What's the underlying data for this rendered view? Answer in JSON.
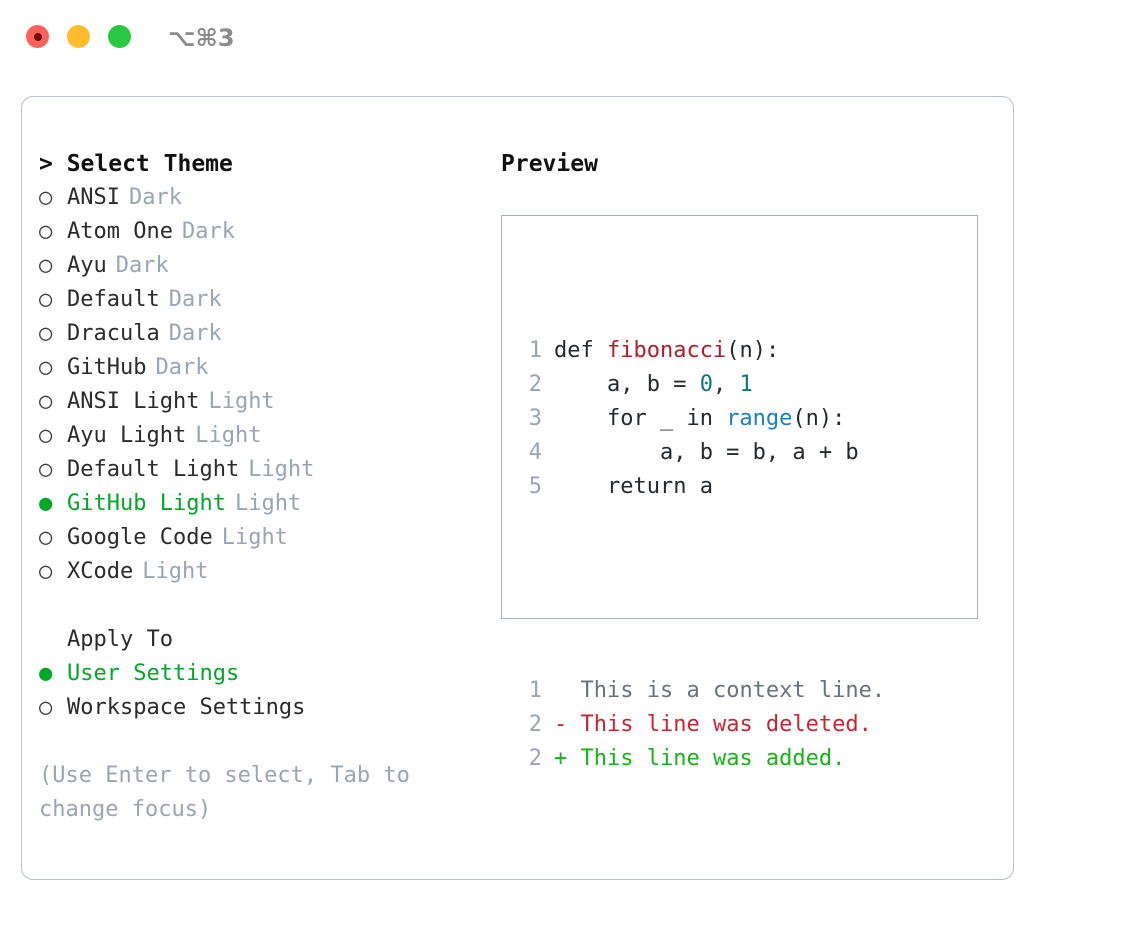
{
  "window": {
    "shortcut": "⌥⌘3",
    "traffic_lights": [
      {
        "name": "close",
        "color": "#ff6159"
      },
      {
        "name": "minimize",
        "color": "#ffbd2e"
      },
      {
        "name": "maximize",
        "color": "#28c840"
      }
    ]
  },
  "theme_list": {
    "header": "> Select Theme",
    "items": [
      {
        "label": "ANSI",
        "badge": "Dark",
        "selected": false,
        "marker": "○"
      },
      {
        "label": "Atom One",
        "badge": "Dark",
        "selected": false,
        "marker": "○"
      },
      {
        "label": "Ayu",
        "badge": "Dark",
        "selected": false,
        "marker": "○"
      },
      {
        "label": "Default",
        "badge": "Dark",
        "selected": false,
        "marker": "○"
      },
      {
        "label": "Dracula",
        "badge": "Dark",
        "selected": false,
        "marker": "○"
      },
      {
        "label": "GitHub",
        "badge": "Dark",
        "selected": false,
        "marker": "○"
      },
      {
        "label": "ANSI Light",
        "badge": "Light",
        "selected": false,
        "marker": "○"
      },
      {
        "label": "Ayu Light",
        "badge": "Light",
        "selected": false,
        "marker": "○"
      },
      {
        "label": "Default Light",
        "badge": "Light",
        "selected": false,
        "marker": "○"
      },
      {
        "label": "GitHub Light",
        "badge": "Light",
        "selected": true,
        "marker": "●"
      },
      {
        "label": "Google Code",
        "badge": "Light",
        "selected": false,
        "marker": "○"
      },
      {
        "label": "XCode",
        "badge": "Light",
        "selected": false,
        "marker": "○"
      }
    ]
  },
  "apply_to": {
    "header": "Apply To",
    "items": [
      {
        "label": "User Settings",
        "selected": true,
        "marker": "●"
      },
      {
        "label": "Workspace Settings",
        "selected": false,
        "marker": "○"
      }
    ]
  },
  "hint": "(Use Enter to select, Tab to change focus)",
  "preview": {
    "title": "Preview",
    "code_lines": [
      {
        "num": "1",
        "tokens": [
          {
            "t": "def ",
            "c": "plain"
          },
          {
            "t": "fibonacci",
            "c": "fn"
          },
          {
            "t": "(n):",
            "c": "plain"
          }
        ]
      },
      {
        "num": "2",
        "tokens": [
          {
            "t": "    a, b = ",
            "c": "plain"
          },
          {
            "t": "0",
            "c": "num"
          },
          {
            "t": ", ",
            "c": "plain"
          },
          {
            "t": "1",
            "c": "num"
          }
        ]
      },
      {
        "num": "3",
        "tokens": [
          {
            "t": "    for _ in ",
            "c": "plain"
          },
          {
            "t": "range",
            "c": "kwfn"
          },
          {
            "t": "(n):",
            "c": "plain"
          }
        ]
      },
      {
        "num": "4",
        "tokens": [
          {
            "t": "        a, b = b, a + b",
            "c": "plain"
          }
        ]
      },
      {
        "num": "5",
        "tokens": [
          {
            "t": "    return a",
            "c": "plain"
          }
        ]
      }
    ],
    "diff_lines": [
      {
        "num": "1",
        "marker": "  ",
        "text": "This is a context line.",
        "kind": "ctx"
      },
      {
        "num": "2",
        "marker": "- ",
        "text": "This line was deleted.",
        "kind": "del"
      },
      {
        "num": "2",
        "marker": "+ ",
        "text": "This line was added.",
        "kind": "add"
      }
    ]
  },
  "colors": {
    "accent_green": "#00a828",
    "badge_gray": "#9aa5b4",
    "border": "#b7c0cc",
    "code_fn": "#b31d28",
    "code_num": "#067a76",
    "code_kwfn": "#1782c2",
    "diff_del": "#cb2431",
    "diff_add": "#16b416"
  }
}
